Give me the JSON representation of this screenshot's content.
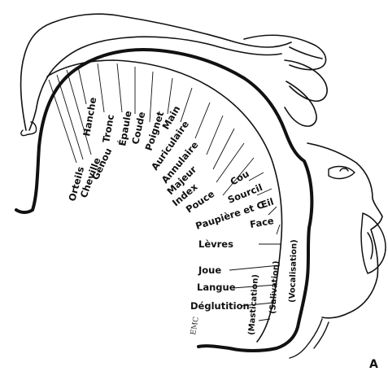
{
  "figure": {
    "panel_label": "A",
    "logo": "EMC",
    "body_parts": [
      "Orteils",
      "Cheville",
      "Genou",
      "Hanche",
      "Tronc",
      "Épaule",
      "Coude",
      "Poignet",
      "Main",
      "Auriculaire",
      "Annulaire",
      "Majeur",
      "Index",
      "Pouce",
      "Cou",
      "Sourcil",
      "Paupière et Œil",
      "Face",
      "Lèvres",
      "Joue",
      "Langue",
      "Déglutition"
    ],
    "functions": [
      "(Vocalisation)",
      "(Salivation)",
      "(Mastication)"
    ]
  }
}
